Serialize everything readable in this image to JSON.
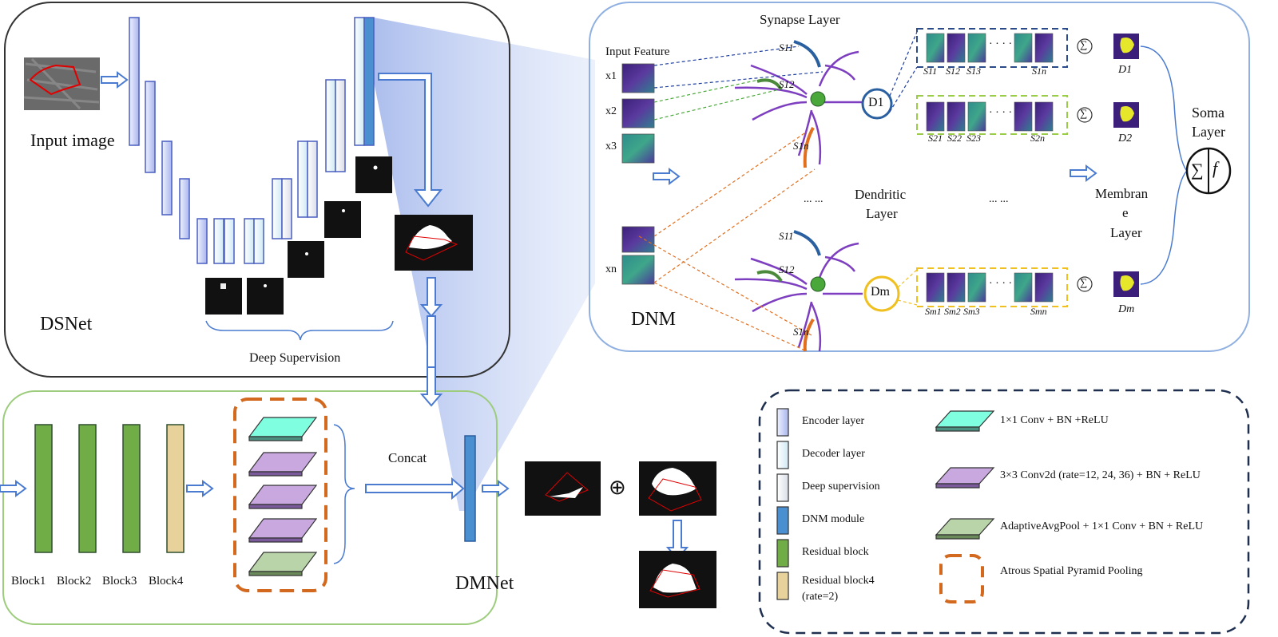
{
  "dsnet": {
    "title": "DSNet",
    "input_label": "Input image",
    "deep_supervision_label": "Deep Supervision"
  },
  "dnm": {
    "title": "DNM",
    "input_feature_label": "Input Feature",
    "synapse_layer_label": "Synapse  Layer",
    "dendritic_layer_label": [
      "Dendritic",
      "Layer"
    ],
    "membrane_layer_label": [
      "Membran",
      "e",
      "Layer"
    ],
    "soma_layer_label": [
      "Soma",
      "Layer"
    ],
    "inputs": [
      "x1",
      "x2",
      "x3",
      "xn"
    ],
    "dendrite_labels": [
      "D1",
      "Dm"
    ],
    "output_labels": [
      "D1",
      "D2",
      "Dm"
    ],
    "row1_syn": [
      "S11",
      "S12",
      "S13",
      "S1n"
    ],
    "row2_syn": [
      "S21",
      "S22",
      "S23",
      "S2n"
    ],
    "row3_syn": [
      "Sm1",
      "Sm2",
      "Sm3",
      "Smn"
    ],
    "neuron_syn": [
      "S11",
      "S12",
      "S1n"
    ],
    "ellipsis": "... ...",
    "sum_symbol": "∑",
    "soma_symbols": [
      "∑",
      "f"
    ]
  },
  "dmnet": {
    "title": "DMNet",
    "blocks": [
      "Block1",
      "Block2",
      "Block3",
      "Block4"
    ],
    "concat_label": "Concat",
    "plus_symbol": "⊕"
  },
  "legend": {
    "items_left": [
      "Encoder layer",
      "Decoder layer",
      "Deep supervision",
      "DNM module",
      "Residual block",
      "Residual block4",
      "(rate=2)"
    ],
    "items_right": [
      "1×1 Conv + BN +ReLU",
      "3×3 Conv2d (rate=12, 24, 36) + BN + ReLU",
      "AdaptiveAvgPool + 1×1 Conv + BN + ReLU",
      "Atrous Spatial Pyramid Pooling"
    ]
  },
  "colors": {
    "encoder": "#c9d2f5",
    "decoder": "#dff0f7",
    "deep_supervision": "#e6e9f0",
    "dnm_module": "#4a8fd0",
    "residual": "#70ad47",
    "residual4": "#e6d29a",
    "conv1x1": "#7fffe0",
    "conv3x3": "#c9a8e0",
    "pool": "#b8d4a8",
    "aspp_border": "#d2691e",
    "dnm_panel_border": "#8fb0e0",
    "dsnet_panel_border": "#333333",
    "dmnet_panel_border": "#9ccc7c",
    "legend_border": "#1f2f4f",
    "neuron": "#7d3fbf"
  }
}
